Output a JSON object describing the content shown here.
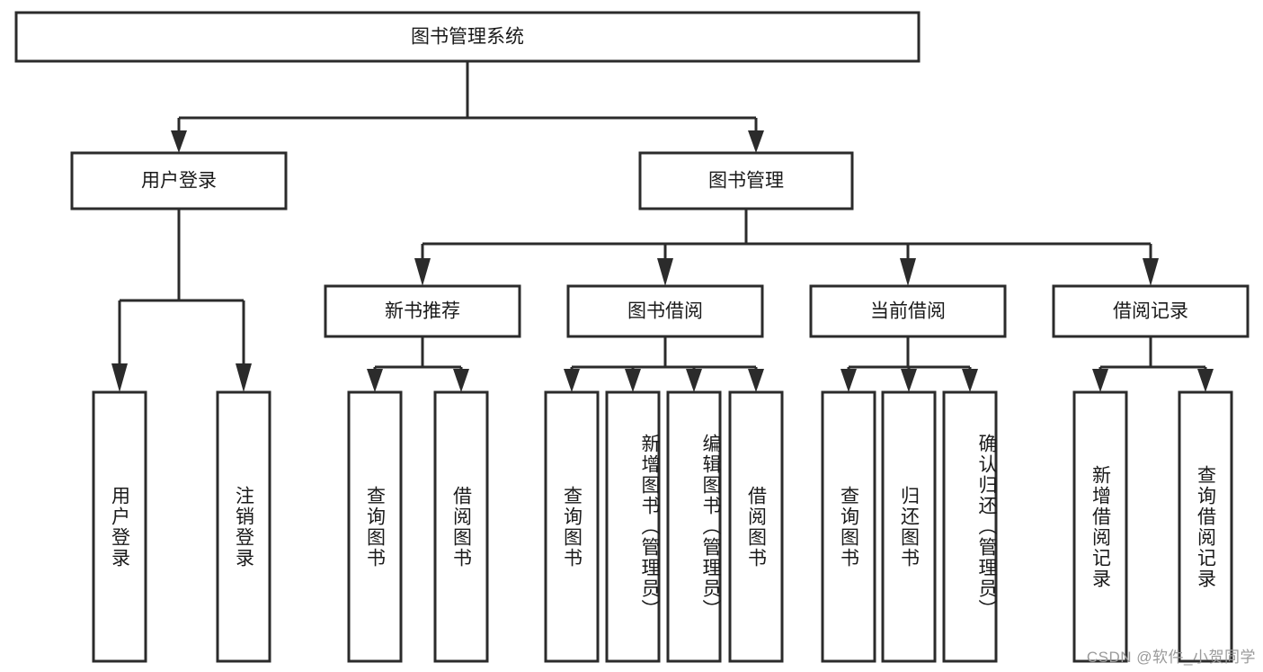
{
  "diagram": {
    "type": "tree-hierarchy",
    "title": "图书管理系统",
    "root": {
      "label": "图书管理系统"
    },
    "level2": [
      {
        "label": "用户登录"
      },
      {
        "label": "图书管理"
      }
    ],
    "level3": [
      {
        "label": "新书推荐"
      },
      {
        "label": "图书借阅"
      },
      {
        "label": "当前借阅"
      },
      {
        "label": "借阅记录"
      }
    ],
    "leaves": {
      "user_login": [
        "用户登录",
        "注销登录"
      ],
      "new_book_recommend": [
        "查询图书",
        "借阅图书"
      ],
      "book_borrow": [
        "查询图书",
        "新增图书（管理员）",
        "编辑图书（管理员）",
        "借阅图书"
      ],
      "current_borrow": [
        "查询图书",
        "归还图书",
        "确认归还（管理员）"
      ],
      "borrow_record": [
        "新增借阅记录",
        "查询借阅记录"
      ]
    }
  },
  "watermark": {
    "text": "CSDN @软件_小贺同学"
  },
  "colors": {
    "background": "#ffffff",
    "box_stroke": "#2b2b2b",
    "box_fill": "#ffffff",
    "text": "#1a1a1a",
    "watermark": "#9a9a9a"
  }
}
